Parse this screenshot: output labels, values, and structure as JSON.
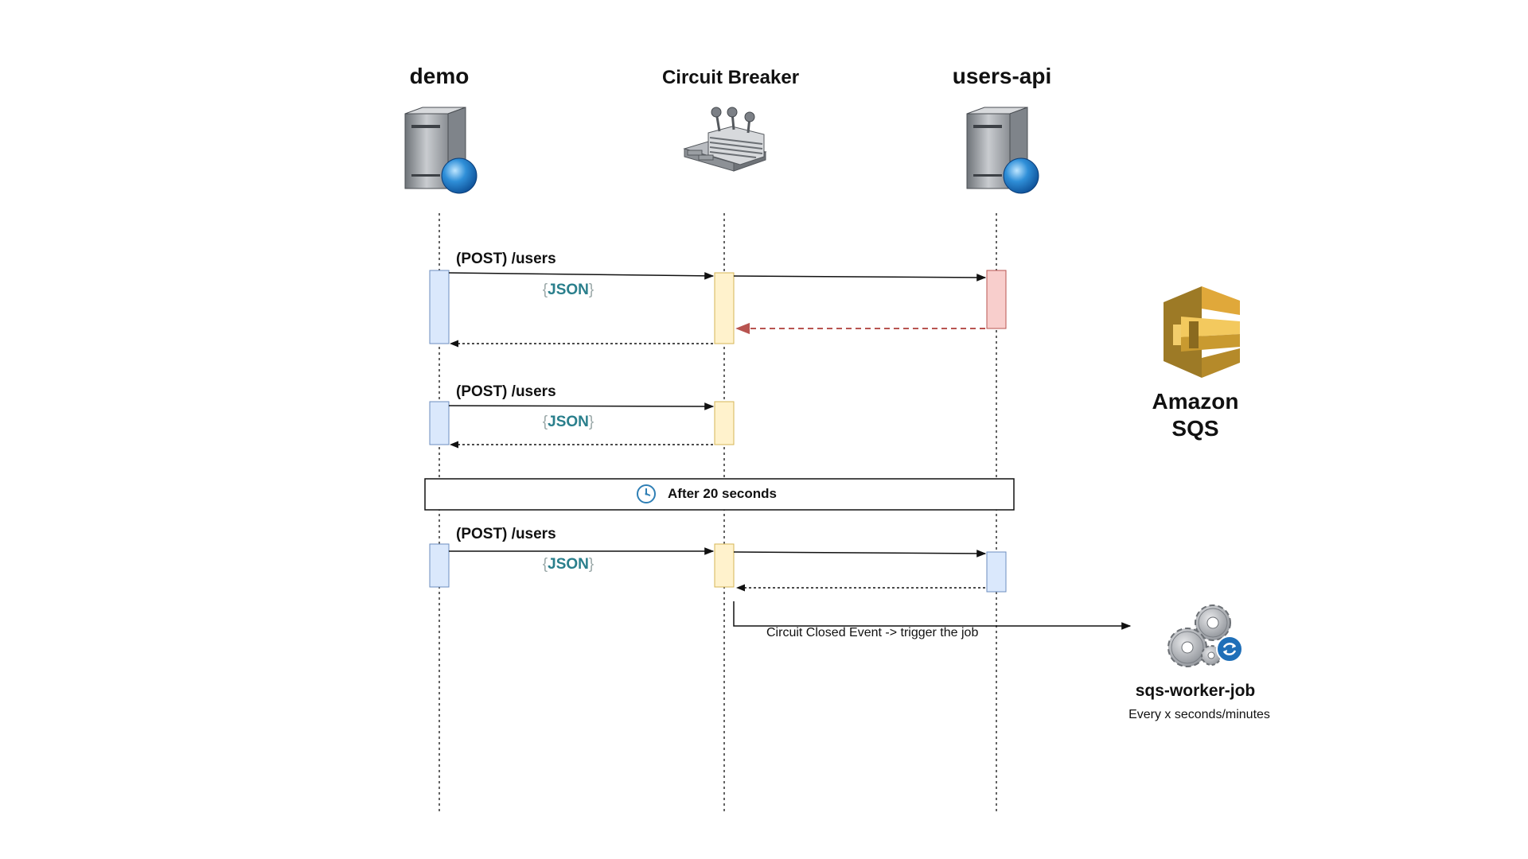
{
  "participants": {
    "demo": "demo",
    "circuit_breaker": "Circuit Breaker",
    "users_api": "users-api"
  },
  "messages": {
    "request_1": "(POST) /users",
    "request_2": "(POST) /users",
    "request_3": "(POST) /users",
    "payload_1": "JSON",
    "payload_2": "JSON",
    "payload_3": "JSON",
    "payload_brace_open": "{",
    "payload_brace_close": "}",
    "circuit_event": "Circuit Closed Event -> trigger the job"
  },
  "timer": {
    "label": "After 20 seconds",
    "icon": "clock-icon"
  },
  "sqs": {
    "title_line1": "Amazon",
    "title_line2": "SQS",
    "icon": "amazon-sqs-icon"
  },
  "worker": {
    "title": "sqs-worker-job",
    "subtitle": "Every x seconds/minutes",
    "icon": "gears-icon"
  },
  "icons": {
    "demo": "server-globe-icon",
    "circuit_breaker": "circuit-breaker-icon",
    "users_api": "server-globe-icon"
  },
  "colors": {
    "activation_client": "#dae8fc",
    "activation_breaker": "#fff2cc",
    "activation_error": "#f8cecc",
    "error_return": "#b85450",
    "sqs_gold": "#d9a741",
    "json_teal": "#2a7f8c"
  }
}
